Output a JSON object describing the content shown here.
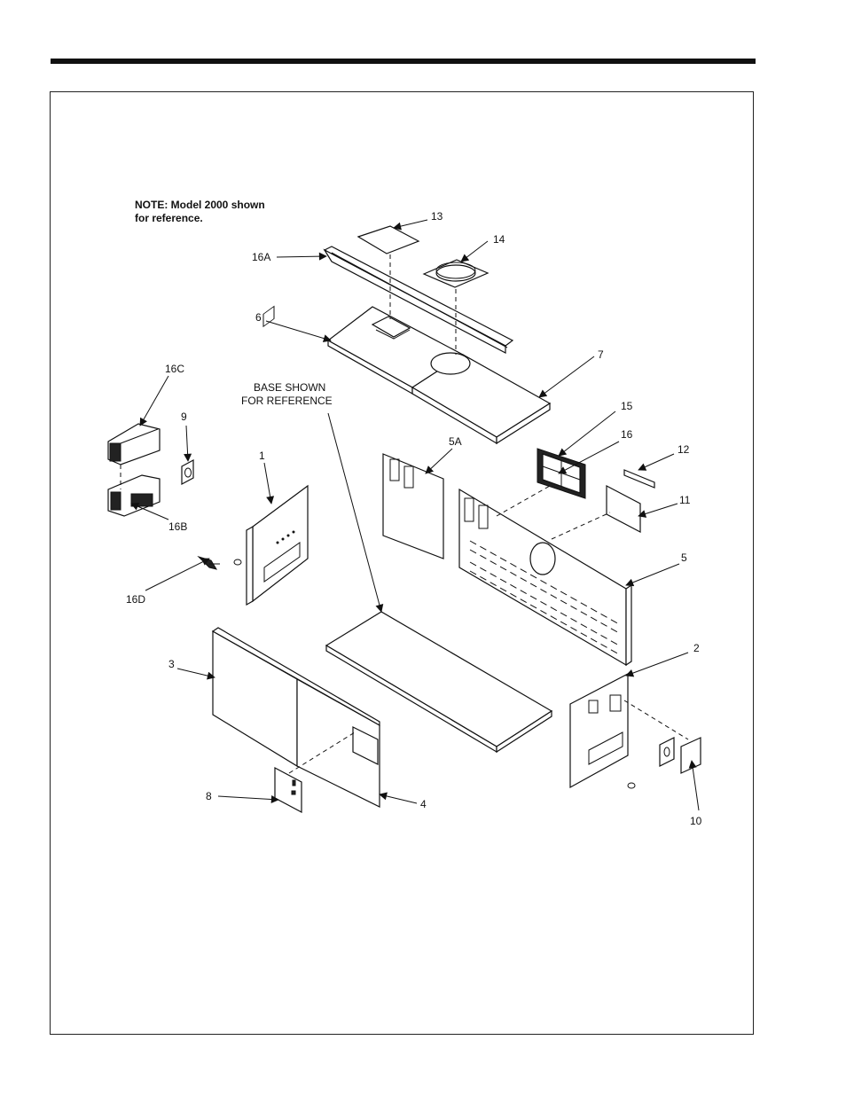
{
  "note": {
    "line1": "NOTE: Model 2000 shown",
    "line2": "for reference."
  },
  "base_note": {
    "line1": "BASE SHOWN",
    "line2": "FOR REFERENCE"
  },
  "callouts": {
    "c1": "1",
    "c2": "2",
    "c3": "3",
    "c4": "4",
    "c5": "5",
    "c5a": "5A",
    "c6": "6",
    "c7": "7",
    "c8": "8",
    "c9": "9",
    "c10": "10",
    "c11": "11",
    "c12": "12",
    "c13": "13",
    "c14": "14",
    "c15": "15",
    "c16": "16",
    "c16a": "16A",
    "c16b": "16B",
    "c16c": "16C",
    "c16d": "16D"
  }
}
